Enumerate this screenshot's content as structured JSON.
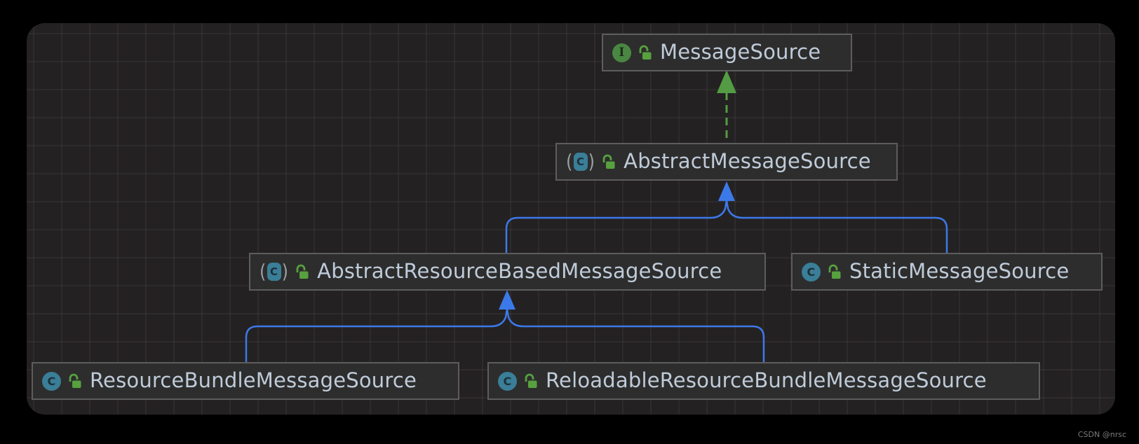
{
  "colors": {
    "canvas_bg": "#000000",
    "panel_bg": "#242122",
    "grid_line": "#2e2c2d",
    "node_bg": "#2d2d2d",
    "node_border": "#5d5d5d",
    "node_text": "#bfcbd9",
    "interface_icon_bg": "#4a8742",
    "class_icon_bg": "#3a7e97",
    "lock_green": "#57a13f",
    "edge_extends_blue": "#3c79e8",
    "edge_implements_green": "#539c43"
  },
  "glyphs": {
    "interface": "I",
    "class": "C",
    "abstract_class": "C",
    "paren_open": "(",
    "paren_close": ")"
  },
  "nodes": [
    {
      "label": "MessageSource",
      "kind": "interface",
      "visibility": "public"
    },
    {
      "label": "AbstractMessageSource",
      "kind": "abstract-class",
      "visibility": "public"
    },
    {
      "label": "AbstractResourceBasedMessageSource",
      "kind": "abstract-class",
      "visibility": "public"
    },
    {
      "label": "StaticMessageSource",
      "kind": "class",
      "visibility": "public"
    },
    {
      "label": "ResourceBundleMessageSource",
      "kind": "class",
      "visibility": "public"
    },
    {
      "label": "ReloadableResourceBundleMessageSource",
      "kind": "class",
      "visibility": "public"
    }
  ],
  "edges": [
    {
      "from": "AbstractMessageSource",
      "to": "MessageSource",
      "relation": "implements",
      "style": "dashed-green-arrow"
    },
    {
      "from": "AbstractResourceBasedMessageSource",
      "to": "AbstractMessageSource",
      "relation": "extends",
      "style": "solid-blue-arrow"
    },
    {
      "from": "StaticMessageSource",
      "to": "AbstractMessageSource",
      "relation": "extends",
      "style": "solid-blue-arrow"
    },
    {
      "from": "ResourceBundleMessageSource",
      "to": "AbstractResourceBasedMessageSource",
      "relation": "extends",
      "style": "solid-blue-arrow"
    },
    {
      "from": "ReloadableResourceBundleMessageSource",
      "to": "AbstractResourceBasedMessageSource",
      "relation": "extends",
      "style": "solid-blue-arrow"
    }
  ],
  "watermark": "CSDN @nrsc"
}
